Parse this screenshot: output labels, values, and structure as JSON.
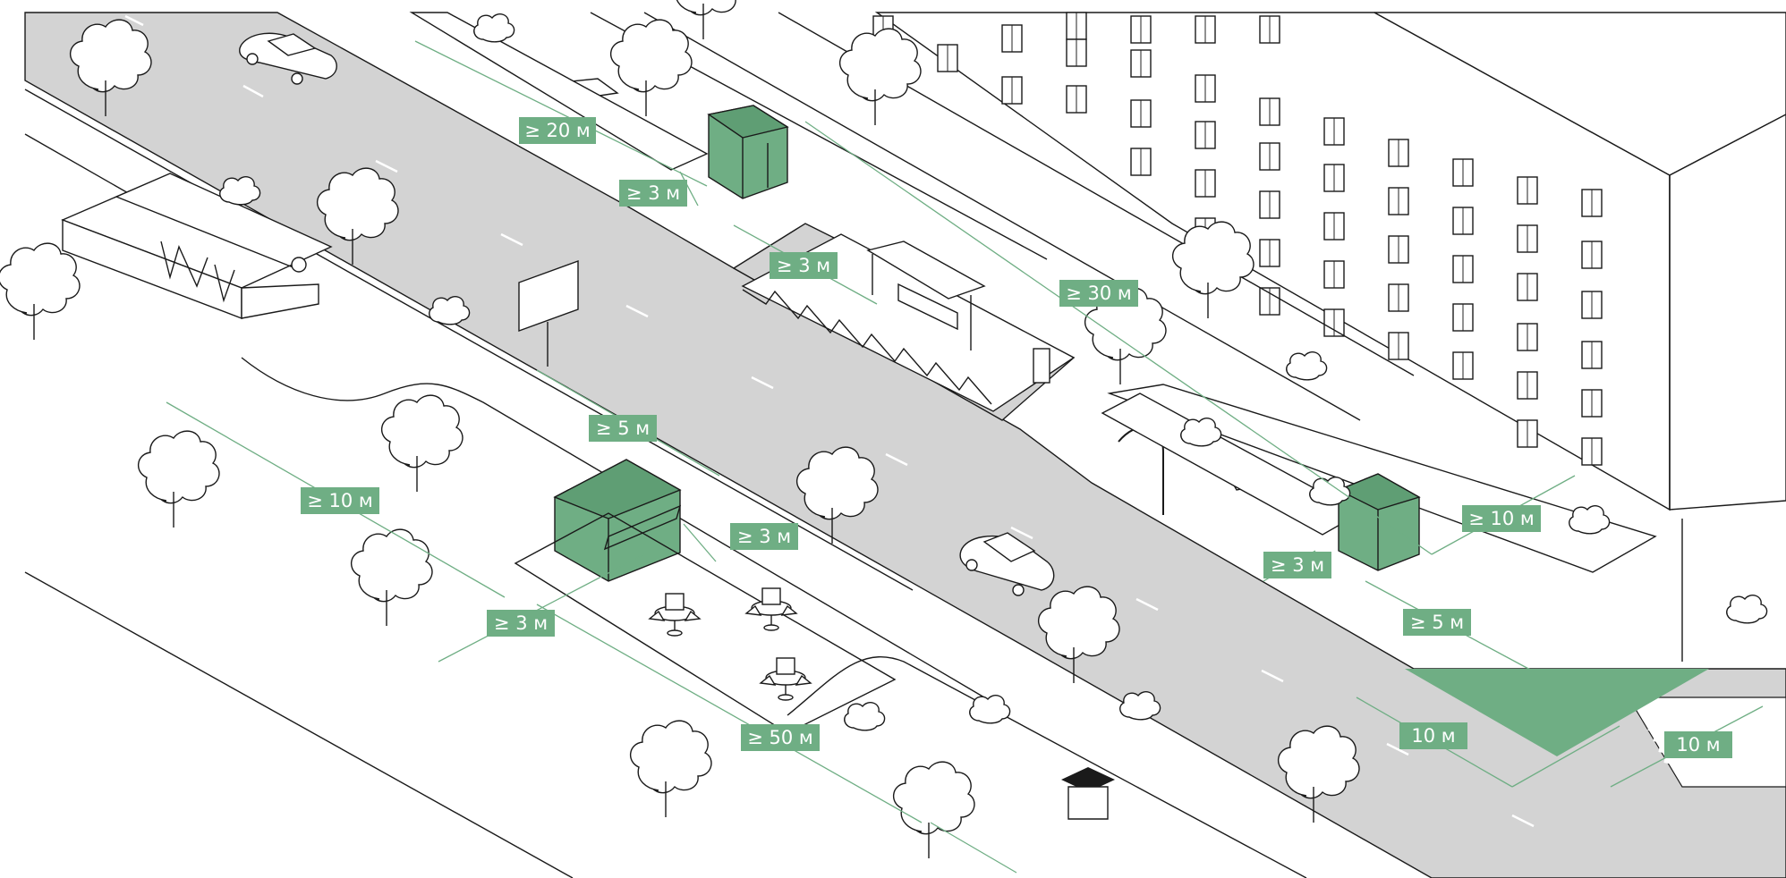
{
  "diagram": {
    "accent_color": "#6fae84",
    "road_color": "#d3d3d3",
    "labels": {
      "l1": "≥ 20 м",
      "l2": "≥ 3 м",
      "l3": "≥ 3 м",
      "l4": "≥ 30 м",
      "l5": "≥ 5 м",
      "l6": "≥ 10 м",
      "l7": "≥ 3 м",
      "l8": "≥ 3 м",
      "l9": "≥ 50 м",
      "l10": "≥ 3 м",
      "l11": "≥ 10 м",
      "l12": "≥ 5 м",
      "l13": "10 м",
      "l14": "10 м"
    }
  }
}
